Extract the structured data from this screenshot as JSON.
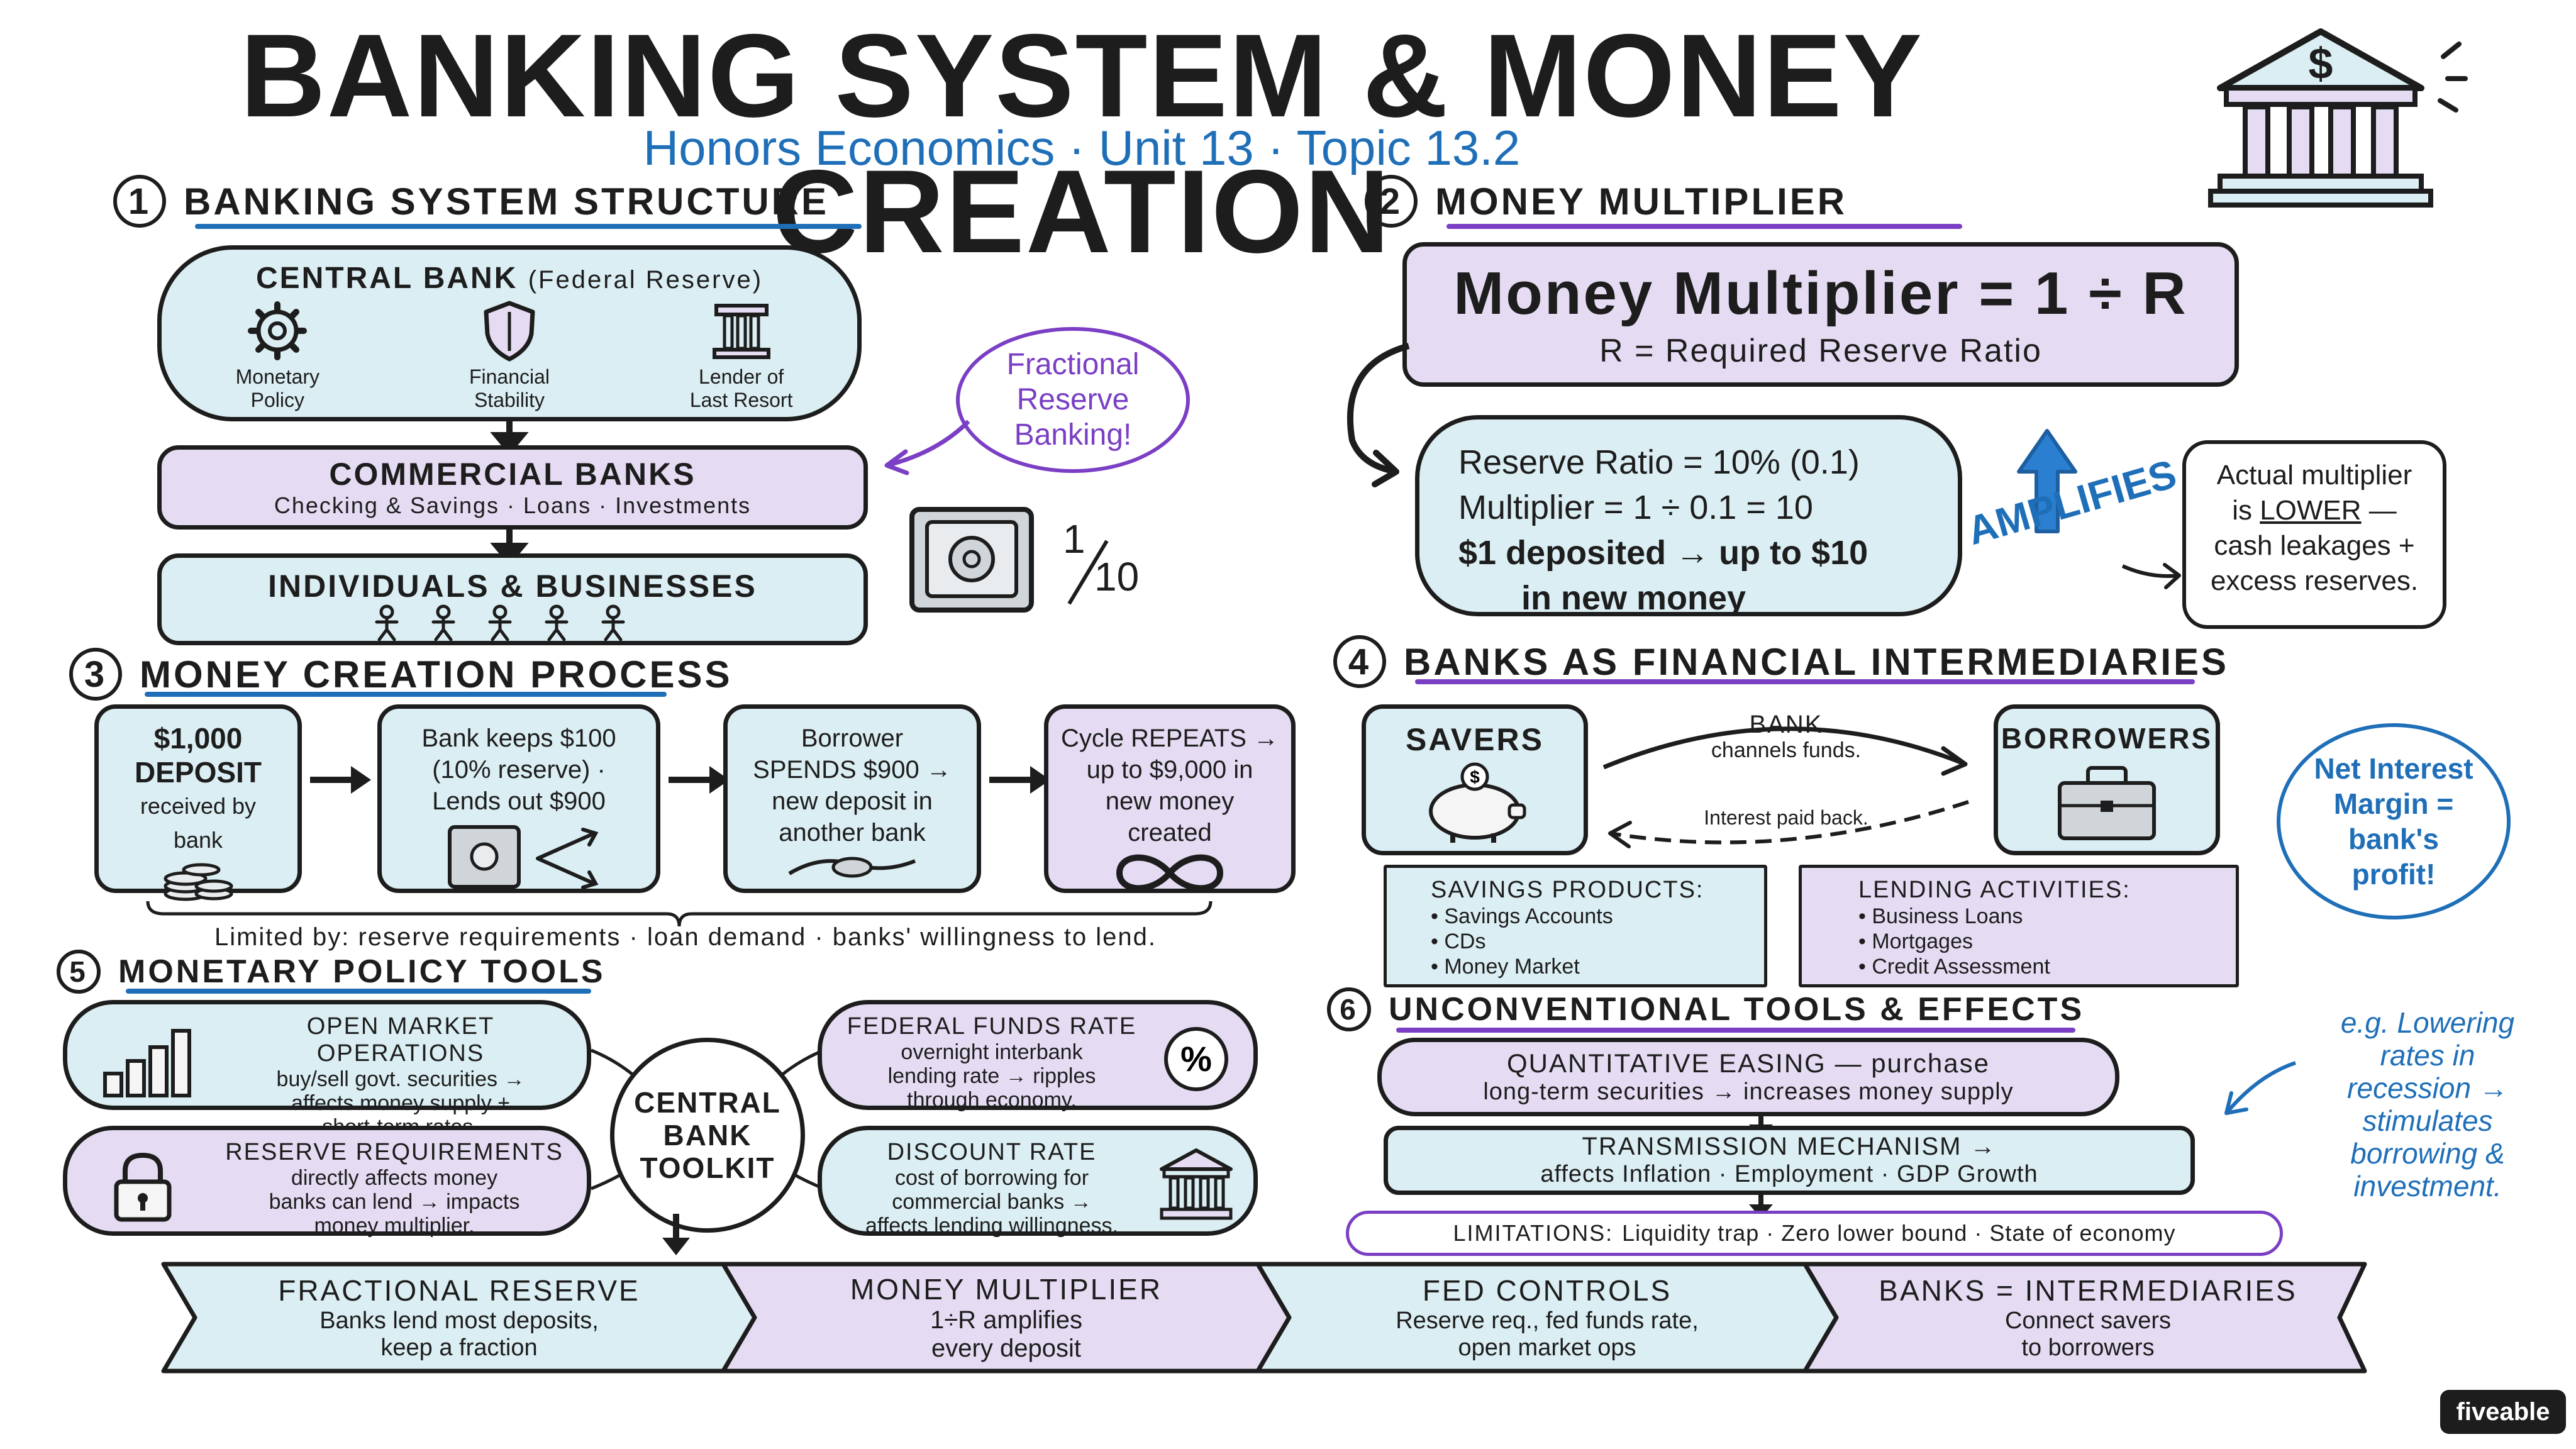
{
  "header": {
    "title": "BANKING SYSTEM & MONEY CREATION",
    "subtitle": "Honors Economics · Unit 13 · Topic 13.2"
  },
  "section1": {
    "number": "1",
    "title": "BANKING SYSTEM STRUCTURE",
    "central_bank": {
      "title": "CENTRAL BANK",
      "title_paren": "(Federal Reserve)",
      "items": [
        {
          "icon": "gear-icon",
          "label_1": "Monetary",
          "label_2": "Policy"
        },
        {
          "icon": "shield-icon",
          "label_1": "Financial",
          "label_2": "Stability"
        },
        {
          "icon": "pillar-icon",
          "label_1": "Lender of",
          "label_2": "Last Resort"
        }
      ]
    },
    "commercial": {
      "title": "COMMERCIAL BANKS",
      "desc": "Checking & Savings · Loans · Investments"
    },
    "individuals": {
      "title": "INDIVIDUALS & BUSINESSES"
    },
    "callout": {
      "line1": "Fractional",
      "line2": "Reserve",
      "line3": "Banking!"
    },
    "fraction": {
      "num": "1",
      "den": "10"
    }
  },
  "section2": {
    "number": "2",
    "title": "MONEY MULTIPLIER",
    "formula": "Money Multiplier = 1 ÷ R",
    "formula_sub": "R = Required Reserve Ratio",
    "example": {
      "l1": "Reserve Ratio = 10% (0.1)",
      "l2": "Multiplier = 1 ÷ 0.1 = 10",
      "l3": "$1 deposited → up to $10",
      "l4": "in new money"
    },
    "amplifies": "AMPLIFIES",
    "note": {
      "l1": "Actual multiplier",
      "l2a": "is ",
      "l2b": "LOWER",
      "l2c": " —",
      "l3": "cash leakages +",
      "l4": "excess reserves."
    }
  },
  "section3": {
    "number": "3",
    "title": "MONEY CREATION PROCESS",
    "steps": [
      {
        "l1": "$1,000",
        "l2": "DEPOSIT",
        "l3": "received by",
        "l4": "bank"
      },
      {
        "l1": "Bank keeps $100",
        "l2": "(10% reserve) ·",
        "l3": "Lends out $900"
      },
      {
        "l1": "Borrower",
        "l2": "SPENDS $900 →",
        "l3": "new deposit in",
        "l4": "another bank"
      },
      {
        "l1": "Cycle REPEATS →",
        "l2": "up to $9,000 in",
        "l3": "new money",
        "l4": "created"
      }
    ],
    "limit": "Limited by: reserve requirements · loan demand · banks' willingness to lend."
  },
  "section4": {
    "number": "4",
    "title": "BANKS AS FINANCIAL INTERMEDIARIES",
    "savers": "SAVERS",
    "borrowers": "BORROWERS",
    "bank_label": "BANK",
    "bank_sub": "channels funds.",
    "interest": "Interest paid back.",
    "savings": {
      "title": "SAVINGS PRODUCTS:",
      "items": [
        "Savings Accounts",
        "CDs",
        "Money Market"
      ]
    },
    "lending": {
      "title": "LENDING ACTIVITIES:",
      "items": [
        "Business Loans",
        "Mortgages",
        "Credit Assessment"
      ]
    },
    "callout": {
      "l1": "Net Interest",
      "l2": "Margin =",
      "l3": "bank's",
      "l4": "profit!"
    }
  },
  "section5": {
    "number": "5",
    "title": "MONETARY POLICY TOOLS",
    "center": {
      "l1": "CENTRAL",
      "l2": "BANK",
      "l3": "TOOLKIT"
    },
    "omo": {
      "title": "OPEN MARKET OPERATIONS",
      "l1": "buy/sell govt. securities →",
      "l2": "affects money supply +",
      "l3": "short-term rates."
    },
    "rr": {
      "title": "RESERVE REQUIREMENTS",
      "l1": "directly affects money",
      "l2": "banks can lend → impacts",
      "l3": "money multiplier."
    },
    "ffr": {
      "title": "FEDERAL FUNDS RATE",
      "l1": "overnight interbank",
      "l2": "lending rate → ripples",
      "l3": "through economy."
    },
    "dr": {
      "title": "DISCOUNT RATE",
      "l1": "cost of borrowing for",
      "l2": "commercial banks →",
      "l3": "affects lending willingness."
    }
  },
  "section6": {
    "number": "6",
    "title": "UNCONVENTIONAL TOOLS & EFFECTS",
    "qe": {
      "l1": "QUANTITATIVE EASING — purchase",
      "l2": "long-term securities → increases money supply"
    },
    "tm": {
      "l1": "TRANSMISSION MECHANISM →",
      "l2": "affects Inflation · Employment · GDP Growth"
    },
    "lim": {
      "label": "LIMITATIONS:",
      "text": "Liquidity trap · Zero lower bound · State of economy"
    },
    "note": {
      "l1": "e.g. Lowering",
      "l2": "rates in",
      "l3": "recession →",
      "l4": "stimulates",
      "l5": "borrowing &",
      "l6": "investment."
    }
  },
  "summary": [
    {
      "title": "FRACTIONAL RESERVE",
      "l1": "Banks lend most deposits,",
      "l2": "keep a fraction"
    },
    {
      "title": "MONEY MULTIPLIER",
      "l1": "1÷R amplifies",
      "l2": "every deposit"
    },
    {
      "title": "FED CONTROLS",
      "l1": "Reserve req., fed funds rate,",
      "l2": "open market ops"
    },
    {
      "title": "BANKS = INTERMEDIARIES",
      "l1": "Connect savers",
      "l2": "to borrowers"
    }
  ],
  "logo": "fiveable",
  "colors": {
    "ink": "#1d1d1d",
    "blue": "#1f6fb8",
    "purple": "#7a3fc4",
    "light_blue": "#dbeef3",
    "light_purple": "#e5dcf3"
  }
}
